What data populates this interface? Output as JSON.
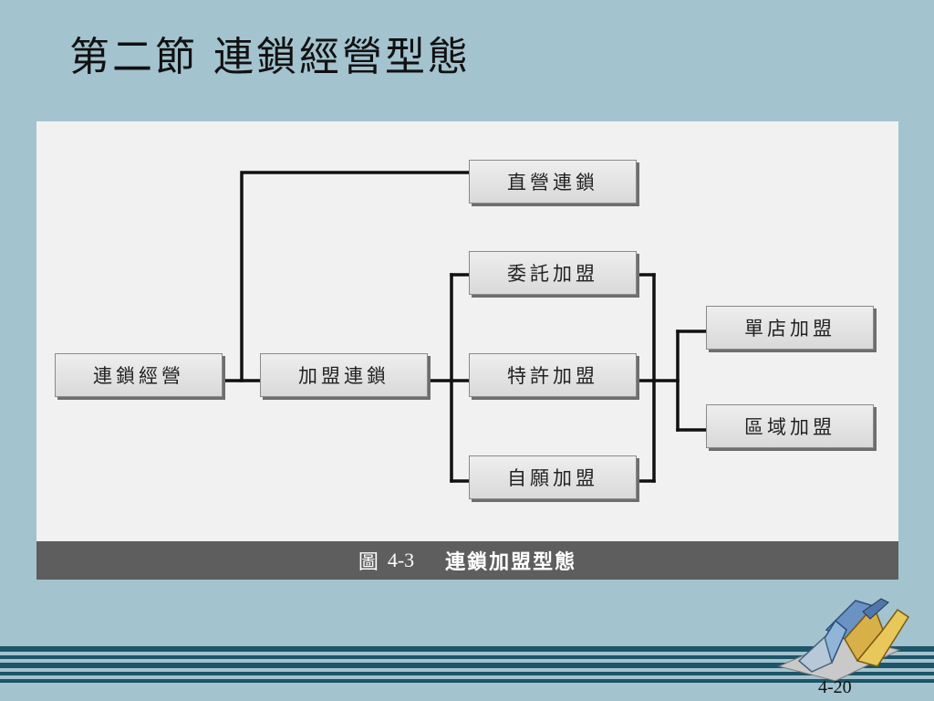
{
  "slide": {
    "title": "第二節 連鎖經營型態",
    "page_number": "4-20"
  },
  "figure": {
    "caption_label": "圖",
    "caption_number": "4-3",
    "caption_title": "連鎖加盟型態",
    "nodes": {
      "chain_management": "連鎖經營",
      "direct_chain": "直營連鎖",
      "franchise_chain": "加盟連鎖",
      "entrusted_franchise": "委託加盟",
      "licensed_franchise": "特許加盟",
      "voluntary_franchise": "自願加盟",
      "single_store_franchise": "單店加盟",
      "area_franchise": "區域加盟"
    }
  }
}
